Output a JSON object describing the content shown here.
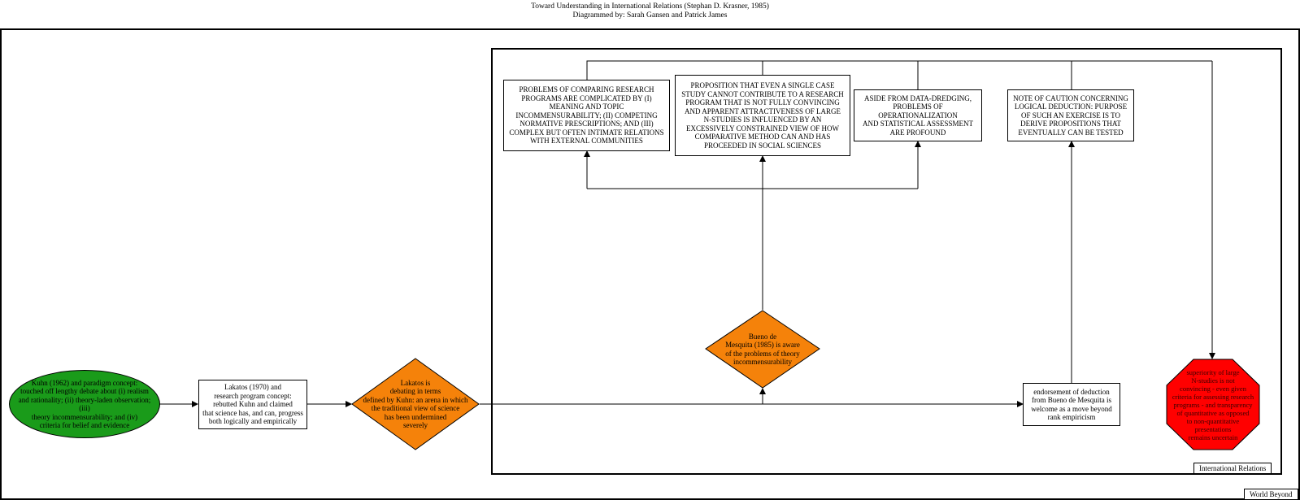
{
  "header": {
    "title_line1": "Toward Understanding in International Relations (Stephan D. Krasner, 1985)",
    "title_line2": "Diagrammed by: Sarah Gansen and Patrick James"
  },
  "frames": {
    "outer_label": "World Beyond",
    "inner_label": "International Relations"
  },
  "nodes": {
    "kuhn": "Kuhn (1962) and paradigm concept:\ntouched off lengthy debate about (i) realism\nand rationality; (ii) theory-laden observation; (iii)\ntheory incommensurability; and (iv)\ncriteria for belief and evidence",
    "lakatos_box": "Lakatos (1970) and\nresearch program concept:\nrebutted Kuhn and claimed\nthat science has, and can, progress\nboth logically and empirically",
    "lakatos_diamond": "Lakatos is\ndebating in terms\ndefined by Kuhn: an arena in which\nthe traditional view of science\nhas been undermined\nseverely",
    "bueno_diamond": "Bueno de\nMesquita (1985) is aware\nof the problems of theory\nincommensurability",
    "endorsement": "endorsement of deduction\nfrom Bueno de Mesquita is\nwelcome as a move beyond\nrank empiricism",
    "problems": "PROBLEMS OF COMPARING RESEARCH\nPROGRAMS ARE COMPLICATED BY (I)\nMEANING AND TOPIC\nINCOMMENSURABILITY; (II) COMPETING\nNORMATIVE PRESCRIPTIONS; AND (III)\nCOMPLEX BUT OFTEN INTIMATE RELATIONS\nWITH EXTERNAL COMMUNITIES",
    "proposition": "PROPOSITION THAT EVEN A SINGLE CASE\nSTUDY CANNOT CONTRIBUTE TO A RESEARCH\nPROGRAM THAT IS NOT FULLY CONVINCING\nAND APPARENT ATTRACTIVENESS OF LARGE\nN-STUDIES IS INFLUENCED BY AN\nEXCESSIVELY CONSTRAINED VIEW OF HOW\nCOMPARATIVE METHOD CAN AND HAS\nPROCEEDED IN SOCIAL SCIENCES",
    "aside": "ASIDE FROM DATA-DREDGING,\nPROBLEMS OF\nOPERATIONALIZATION\nAND STATISTICAL ASSESSMENT\nARE PROFOUND",
    "caution": "NOTE OF CAUTION CONCERNING\nLOGICAL DEDUCTION: PURPOSE\nOF SUCH AN EXERCISE IS TO\nDERIVE PROPOSITIONS THAT\nEVENTUALLY CAN BE TESTED",
    "superiority": "superiority of large\nN-studies is not\nconvincing - even given\ncriteria for assessing research\nprograms - and transparency\nof quantitative as opposed\nto non-quantitative\npresentations\nremains uncertain"
  },
  "colors": {
    "ellipse_fill": "#1a9b1a",
    "diamond_fill": "#f5820a",
    "octagon_fill": "#ff0000",
    "line": "#000000"
  }
}
